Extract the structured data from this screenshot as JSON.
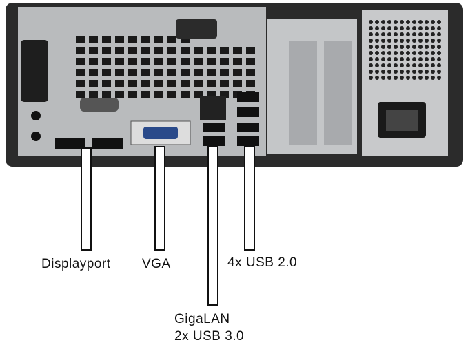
{
  "labels": {
    "displayport": "Displayport",
    "vga": "VGA",
    "usb2": "4x USB 2.0",
    "gigalan": "GigaLAN",
    "usb3": "2x USB 3.0"
  },
  "colors": {
    "frame": "#2b2b2b",
    "metal": "#b9bbbd",
    "port": "#111111",
    "vent": "#1a1a1a"
  }
}
